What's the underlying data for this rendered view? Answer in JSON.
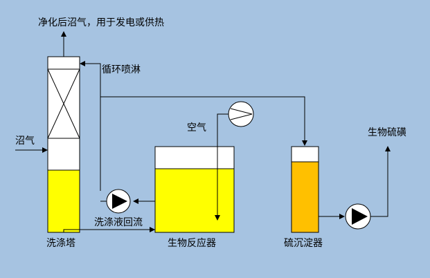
{
  "labels": {
    "purified_gas": "净化后沼气，用于发电或供热",
    "circulation_spray": "循环喷淋",
    "biogas": "沼气",
    "air": "空气",
    "sulfur_product": "生物硫磺",
    "wash_return": "洗涤液回流",
    "scrubber": "洗涤塔",
    "bioreactor": "生物反应器",
    "settler": "硫沉淀器"
  },
  "colors": {
    "background": "#a6c3e1",
    "liquid_yellow": "#ffff00",
    "liquid_orange": "#ffc000",
    "line": "#000000",
    "vessel_fill": "#ffffff"
  },
  "icons": {
    "pump": "pump-icon",
    "blower": "blower-icon",
    "packing": "packing-x-icon"
  }
}
